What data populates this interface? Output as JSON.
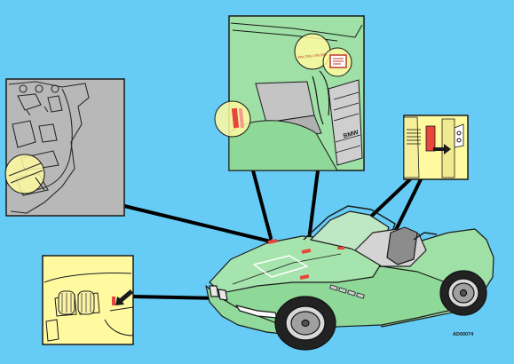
{
  "diagram": {
    "background_color": "#66ccf5",
    "car_color": "#9ee0a6",
    "highlight_color": "#fffaa0",
    "label_marker_color": "#e8463a",
    "inset_engine_bay": {
      "label_text": "FIN.GNU.VIN.000",
      "brand_badge": "BMW"
    },
    "figure_code": "AD00074"
  }
}
